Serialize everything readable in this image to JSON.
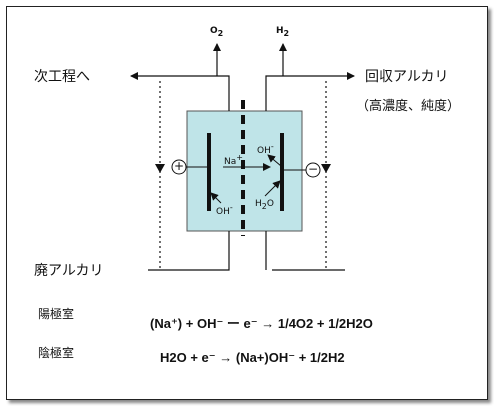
{
  "colors": {
    "cell_fill": "#bfe4e8",
    "line": "#111111",
    "background": "#ffffff"
  },
  "labels": {
    "o2": "O",
    "o2_sub": "2",
    "h2": "H",
    "h2_sub": "2",
    "next_process": "次工程へ",
    "recovered_alkali": "回収アルカリ",
    "recovered_alkali_note": "（高濃度、純度）",
    "waste_alkali": "廃アルカリ",
    "plus_sign": "+",
    "minus_sign": "−",
    "na_ion": "Na",
    "na_sup": "+",
    "oh_right": "OH",
    "oh_right_sup": "-",
    "oh_left": "OH",
    "oh_left_sup": "-",
    "h2o": "H",
    "h2o_sub": "2",
    "h2o_tail": "O"
  },
  "equations": {
    "anode_label": "陽極室",
    "anode_eq": "(Na⁺) + OH⁻ ー e⁻ → 1/4O2 + 1/2H2O",
    "cathode_label": "陰極室",
    "cathode_eq": "H2O + e⁻ →  (Na+)OH⁻ + 1/2H2"
  }
}
